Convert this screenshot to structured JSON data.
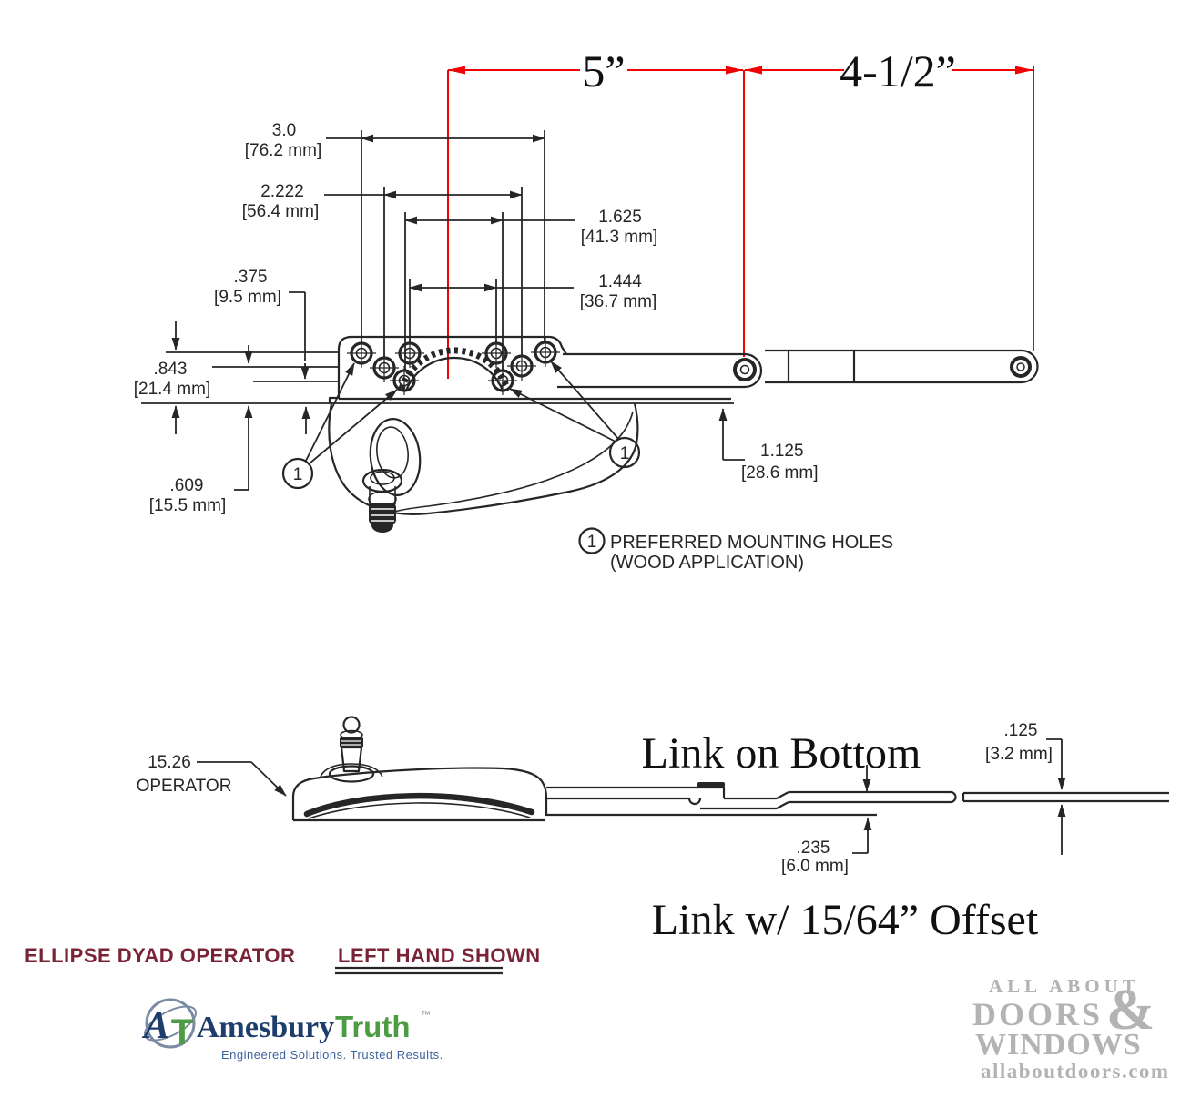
{
  "colors": {
    "red_dimension": "#f40000",
    "drawing_ink": "#262626",
    "maroon_title": "#7a2336",
    "amesbury_navy": "#1d3e6d",
    "amesbury_green": "#4d9b43",
    "tagline_blue": "#3d639c",
    "watermark_gray": "#b4b2b3"
  },
  "header_dims": {
    "left": "5”",
    "right": "4-1/2”"
  },
  "top_view": {
    "dim_30": {
      "v": "3.0",
      "mm": "[76.2 mm]"
    },
    "dim_2222": {
      "v": "2.222",
      "mm": "[56.4 mm]"
    },
    "dim_1625": {
      "v": "1.625",
      "mm": "[41.3 mm]"
    },
    "dim_1444": {
      "v": "1.444",
      "mm": "[36.7 mm]"
    },
    "dim_375": {
      "v": ".375",
      "mm": "[9.5 mm]"
    },
    "dim_843": {
      "v": ".843",
      "mm": "[21.4 mm]"
    },
    "dim_609": {
      "v": ".609",
      "mm": "[15.5 mm]"
    },
    "dim_1125": {
      "v": "1.125",
      "mm": "[28.6 mm]"
    },
    "callout": "1",
    "legend_title": "PREFERRED MOUNTING HOLES",
    "legend_sub": "(WOOD APPLICATION)"
  },
  "side_view": {
    "op_dim": "15.26",
    "op_label": "OPERATOR",
    "link_caption": "Link on Bottom",
    "dim_125": {
      "v": ".125",
      "mm": "[3.2 mm]"
    },
    "dim_235": {
      "v": ".235",
      "mm": "[6.0 mm]"
    },
    "offset_caption": "Link w/ 15/64” Offset"
  },
  "footer": {
    "product": "ELLIPSE DYAD OPERATOR",
    "hand": "LEFT HAND SHOWN"
  },
  "amesbury": {
    "mark_a": "A",
    "mark_t": "T",
    "word_a": "Amesbury",
    "word_t": "Truth",
    "tm": "™",
    "tagline": "Engineered Solutions. Trusted Results."
  },
  "aadw": {
    "line1": "ALL ABOUT",
    "line2": "DOORS",
    "amp": "&",
    "line3": "WINDOWS",
    "line4": "allaboutdoors.com"
  }
}
